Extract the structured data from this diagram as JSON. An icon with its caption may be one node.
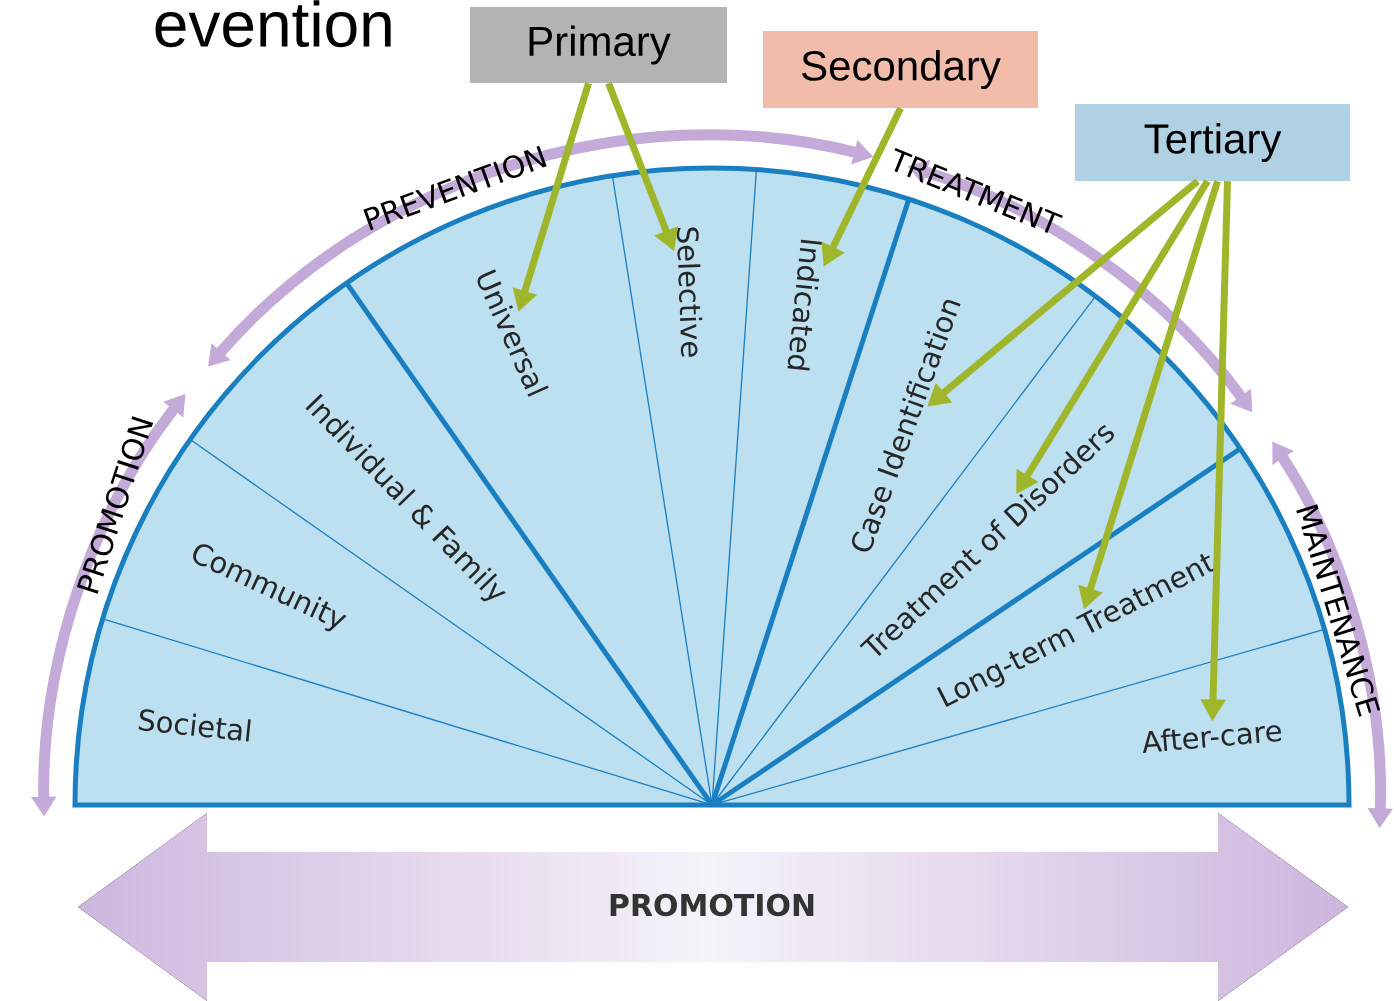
{
  "diagram": {
    "title": "evention",
    "nodes": [
      {
        "text": [
          "Primary"
        ]
      },
      {
        "text": [
          "Secondary"
        ]
      },
      {
        "text": [
          "Tertiary"
        ]
      },
      {
        "text": [
          "Societal"
        ]
      },
      {
        "text": [
          "Community"
        ]
      },
      {
        "text": [
          "Individual & Family"
        ]
      },
      {
        "text": [
          "Universal"
        ]
      },
      {
        "text": [
          "Selective"
        ]
      },
      {
        "text": [
          "Indicated"
        ]
      },
      {
        "text": [
          "Case Identification"
        ]
      },
      {
        "text": [
          "Treatment of Disorders"
        ]
      },
      {
        "text": [
          "Long-term Treatment"
        ]
      },
      {
        "text": [
          "After-care"
        ]
      }
    ],
    "edges": [
      {
        "from": 0,
        "to": 6,
        "arrow": "to"
      },
      {
        "from": 0,
        "to": 7,
        "arrow": "to"
      },
      {
        "from": 1,
        "to": 8,
        "arrow": "to"
      },
      {
        "from": 2,
        "to": 9,
        "arrow": "to"
      },
      {
        "from": 2,
        "to": 10,
        "arrow": "to"
      },
      {
        "from": 2,
        "to": 11,
        "arrow": "to"
      },
      {
        "from": 2,
        "to": 12,
        "arrow": "to"
      }
    ],
    "labels": [
      "PREVENTION",
      "PROMOTION",
      "TREATMENT",
      "MAINTENANCE",
      "PROMOTION"
    ]
  }
}
